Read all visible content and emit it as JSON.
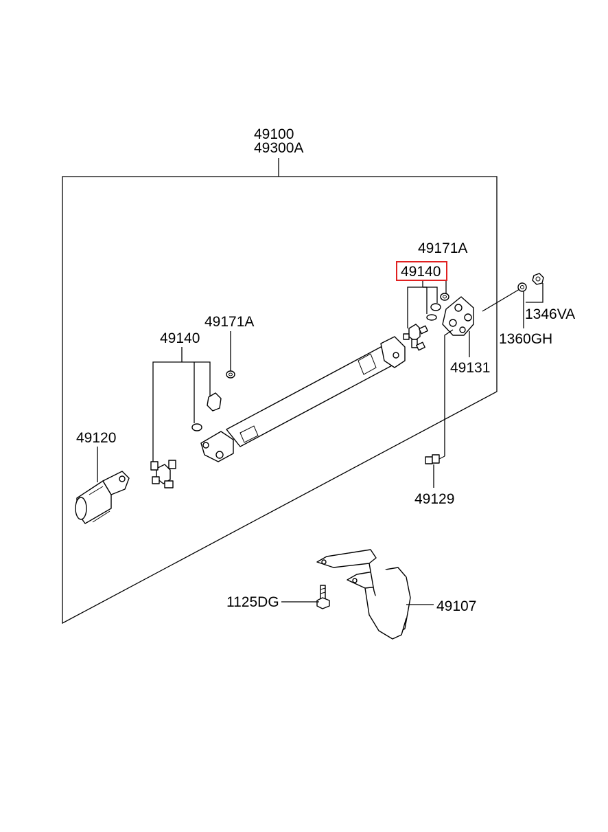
{
  "diagram": {
    "labels": {
      "assembly_main": "49100",
      "assembly_alt": "49300A",
      "washer_top": "49171A",
      "spider_top": "49140",
      "nut": "1346VA",
      "washer_small": "1360GH",
      "flange_yoke": "49131",
      "washer_left": "49171A",
      "spider_left": "49140",
      "sleeve_yoke": "49120",
      "grease_nipple": "49129",
      "bolt": "1125DG",
      "bracket": "49107"
    },
    "highlighted_part": "49140",
    "highlight_color": "#e02020"
  }
}
